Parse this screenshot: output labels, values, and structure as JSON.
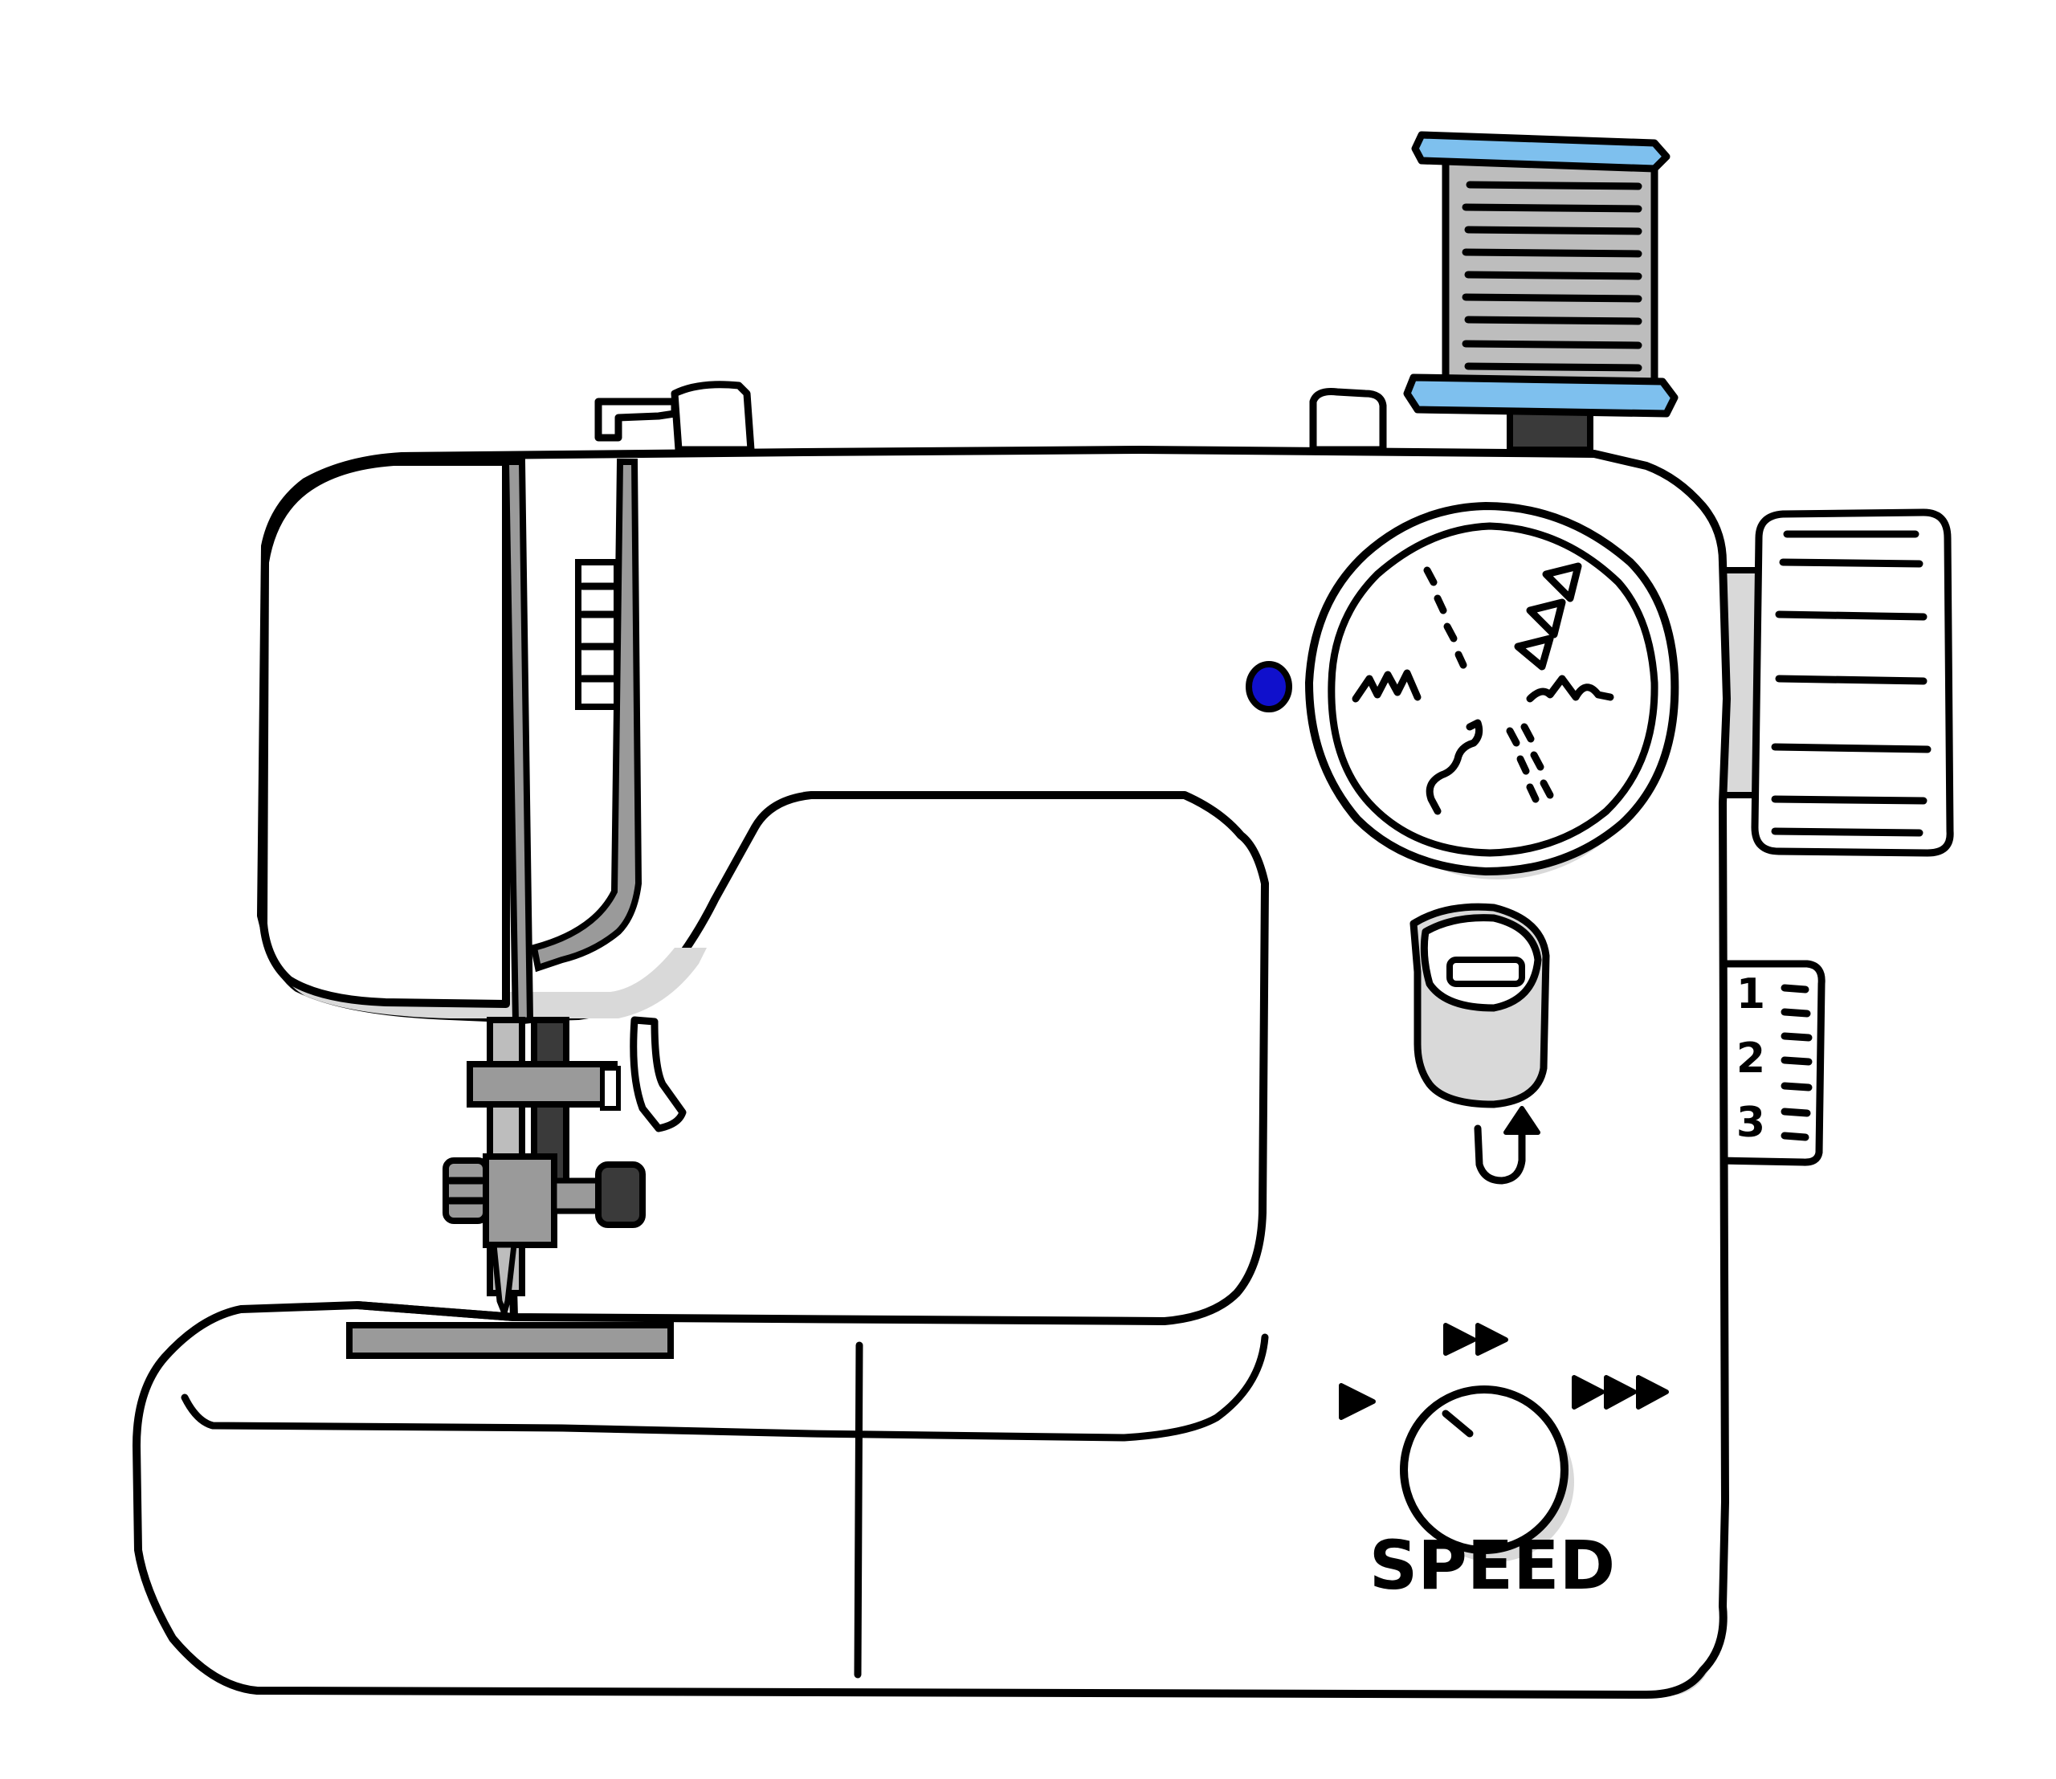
{
  "speed_dial": {
    "label": "SPEED"
  },
  "stitch_width_dial": {
    "numbers": [
      "1",
      "2",
      "3"
    ]
  },
  "colors": {
    "outline": "#000000",
    "body": "#ffffff",
    "shadow": "#d9d9d9",
    "metal_light": "#bdbdbd",
    "metal_mid": "#9a9a9a",
    "metal_dark": "#3a3a3a",
    "spool_cap": "#7ec0ee",
    "spool_cap_highlight": "#5aa8e6",
    "indicator_light": "#1010cc"
  }
}
